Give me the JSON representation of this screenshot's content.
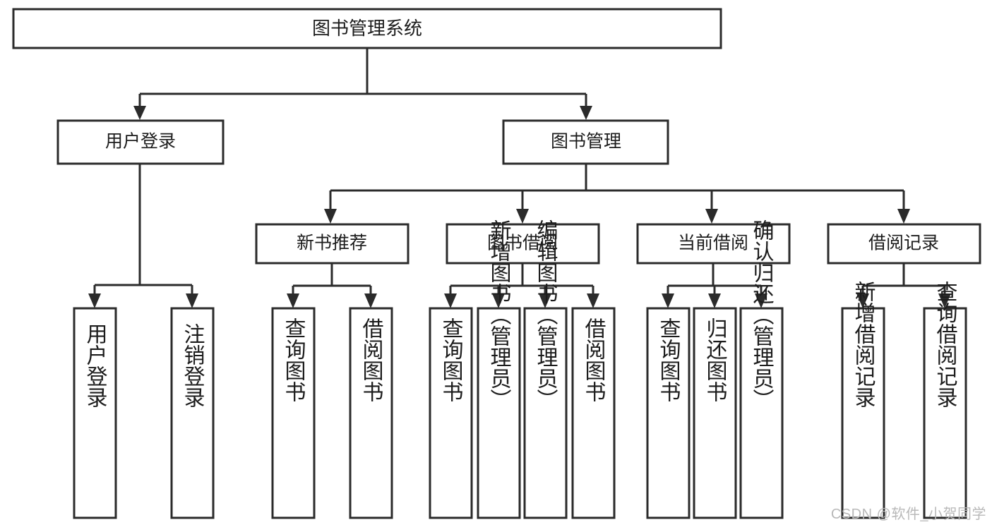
{
  "diagram": {
    "type": "tree-hierarchy",
    "title": "图书管理系统",
    "watermark": "CSDN @软件_小贺同学",
    "colors": {
      "stroke": "#2b2b2b",
      "fill": "#ffffff",
      "text": "#1c1c1c",
      "watermark": "#b9b9b9",
      "background": "#ffffff"
    },
    "levels": {
      "root": "图书管理系统",
      "level2": [
        "用户登录",
        "图书管理"
      ],
      "level3": [
        "新书推荐",
        "图书借阅",
        "当前借阅",
        "借阅记录"
      ]
    },
    "nodes": {
      "root": {
        "label": "图书管理系统",
        "orientation": "horizontal"
      },
      "user_login": {
        "label": "用户登录",
        "orientation": "horizontal"
      },
      "book_manage": {
        "label": "图书管理",
        "orientation": "horizontal"
      },
      "new_book_rec": {
        "label": "新书推荐",
        "orientation": "horizontal"
      },
      "book_borrow": {
        "label": "图书借阅",
        "orientation": "horizontal"
      },
      "current_borrow": {
        "label": "当前借阅",
        "orientation": "horizontal"
      },
      "borrow_record": {
        "label": "借阅记录",
        "orientation": "horizontal"
      },
      "leaf_user_login": {
        "label": "用户登录",
        "orientation": "vertical"
      },
      "leaf_logout": {
        "label": "注销登录",
        "orientation": "vertical"
      },
      "leaf_query_book_a": {
        "label": "查询图书",
        "orientation": "vertical"
      },
      "leaf_borrow_book_a": {
        "label": "借阅图书",
        "orientation": "vertical"
      },
      "leaf_query_book_b": {
        "label": "查询图书",
        "orientation": "vertical"
      },
      "leaf_add_book": {
        "label": "新增图书（管理员）",
        "orientation": "vertical"
      },
      "leaf_edit_book": {
        "label": "编辑图书（管理员）",
        "orientation": "vertical"
      },
      "leaf_borrow_book_b": {
        "label": "借阅图书",
        "orientation": "vertical"
      },
      "leaf_query_book_c": {
        "label": "查询图书",
        "orientation": "vertical"
      },
      "leaf_return_book": {
        "label": "归还图书",
        "orientation": "vertical"
      },
      "leaf_confirm_return": {
        "label": "确认归还（管理员）",
        "orientation": "vertical"
      },
      "leaf_add_record": {
        "label": "新增借阅记录",
        "orientation": "vertical"
      },
      "leaf_query_record": {
        "label": "查询借阅记录",
        "orientation": "vertical"
      }
    },
    "edges": [
      {
        "from": "root",
        "to": "user_login"
      },
      {
        "from": "root",
        "to": "book_manage"
      },
      {
        "from": "user_login",
        "to": "leaf_user_login"
      },
      {
        "from": "user_login",
        "to": "leaf_logout"
      },
      {
        "from": "book_manage",
        "to": "new_book_rec"
      },
      {
        "from": "book_manage",
        "to": "book_borrow"
      },
      {
        "from": "book_manage",
        "to": "current_borrow"
      },
      {
        "from": "book_manage",
        "to": "borrow_record"
      },
      {
        "from": "new_book_rec",
        "to": "leaf_query_book_a"
      },
      {
        "from": "new_book_rec",
        "to": "leaf_borrow_book_a"
      },
      {
        "from": "book_borrow",
        "to": "leaf_query_book_b"
      },
      {
        "from": "book_borrow",
        "to": "leaf_add_book"
      },
      {
        "from": "book_borrow",
        "to": "leaf_edit_book"
      },
      {
        "from": "book_borrow",
        "to": "leaf_borrow_book_b"
      },
      {
        "from": "current_borrow",
        "to": "leaf_query_book_c"
      },
      {
        "from": "current_borrow",
        "to": "leaf_return_book"
      },
      {
        "from": "current_borrow",
        "to": "leaf_confirm_return"
      },
      {
        "from": "borrow_record",
        "to": "leaf_add_record"
      },
      {
        "from": "borrow_record",
        "to": "leaf_query_record"
      }
    ]
  }
}
